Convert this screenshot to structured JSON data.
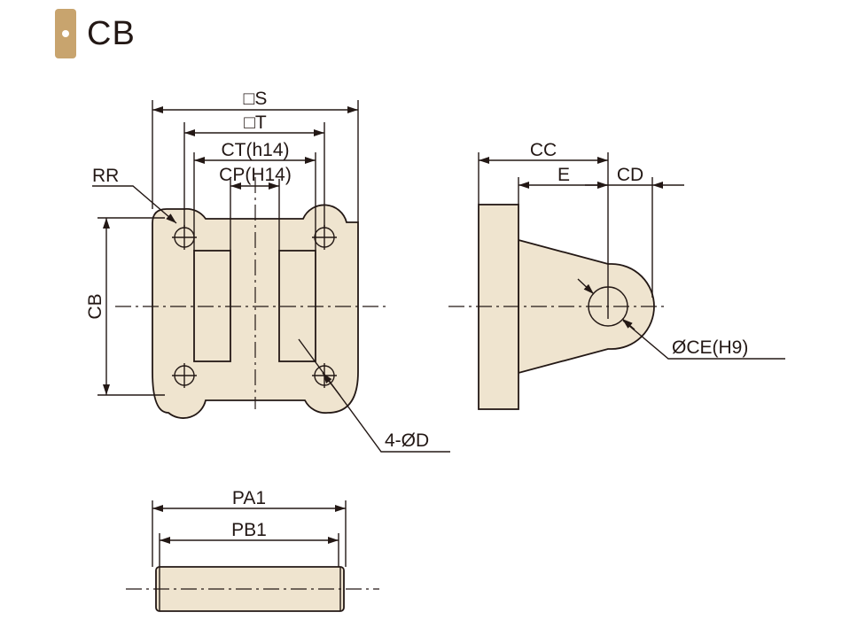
{
  "header": {
    "title": "CB",
    "accent_color": "#c8a46e"
  },
  "part_fill_color": "#efe4cf",
  "front_view": {
    "label_s": "□S",
    "label_t": "□T",
    "label_ct": "CT(h14)",
    "label_cp": "CP(H14)",
    "label_rr": "RR",
    "label_cb": "CB",
    "label_d": "4-ØD"
  },
  "side_view": {
    "label_cc": "CC",
    "label_e": "E",
    "label_cd": "CD",
    "label_ce": "ØCE(H9)"
  },
  "pin_view": {
    "label_pa1": "PA1",
    "label_pb1": "PB1"
  }
}
